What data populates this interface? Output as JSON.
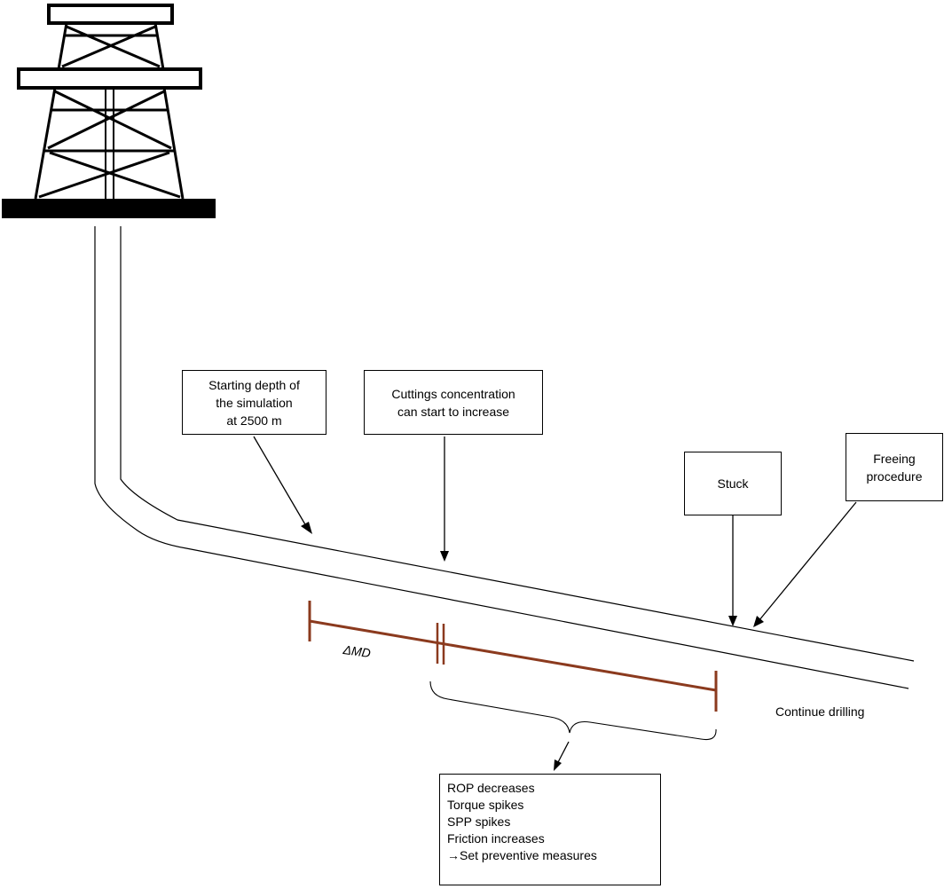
{
  "labels": {
    "start": [
      "Starting depth of",
      "the simulation",
      "at 2500 m"
    ],
    "cuttings": [
      "Cuttings concentration",
      "can start to increase"
    ],
    "stuck": [
      "Stuck"
    ],
    "freeing": [
      "Freeing",
      "procedure"
    ],
    "continue": "Continue drilling",
    "delta_md": "ΔMD",
    "effects": [
      "ROP decreases",
      "Torque spikes",
      "SPP spikes",
      "Friction increases",
      "→Set preventive measures"
    ]
  },
  "colors": {
    "line": "#000000",
    "measure": "#8b3a1e",
    "background": "#ffffff"
  },
  "icons": {
    "rig": "drilling-rig-icon"
  }
}
